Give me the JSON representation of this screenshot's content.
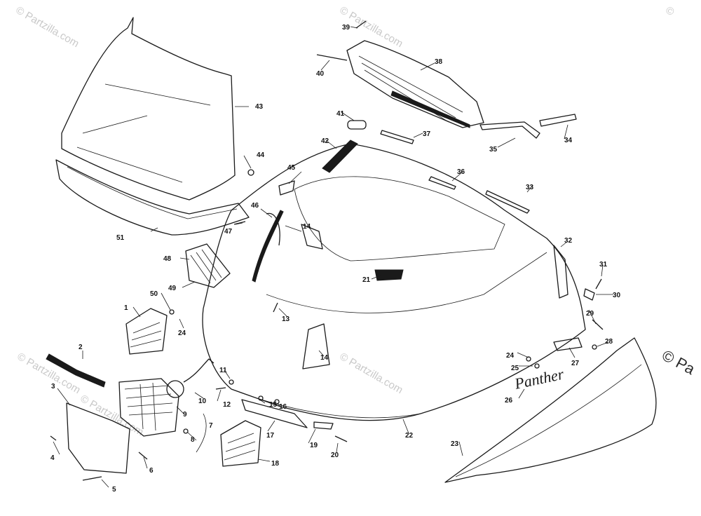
{
  "watermarks": [
    "© Partzilla.com",
    "© Partzilla.com",
    "© Partzilla.com",
    "© Partzilla.com",
    "© Partzilla.com",
    "©"
  ],
  "edge_watermark": "© Pa",
  "callouts": {
    "c1": "1",
    "c2": "2",
    "c3": "3",
    "c4": "4",
    "c5": "5",
    "c6": "6",
    "c7": "7",
    "c8": "8",
    "c9": "9",
    "c10": "10",
    "c11": "11",
    "c12": "12",
    "c13": "13",
    "c14a": "14",
    "c14b": "14",
    "c15": "15",
    "c16": "16",
    "c17": "17",
    "c18": "18",
    "c19": "19",
    "c20": "20",
    "c21": "21",
    "c22": "22",
    "c23": "23",
    "c24a": "24",
    "c24b": "24",
    "c25": "25",
    "c26": "26",
    "c27": "27",
    "c28": "28",
    "c29": "29",
    "c30": "30",
    "c31": "31",
    "c32": "32",
    "c33": "33",
    "c34": "34",
    "c35": "35",
    "c36": "36",
    "c37": "37",
    "c38": "38",
    "c39": "39",
    "c40": "40",
    "c41": "41",
    "c42": "42",
    "c43": "43",
    "c44": "44",
    "c45": "45",
    "c46": "46",
    "c47": "47",
    "c48": "48",
    "c49": "49",
    "c50": "50",
    "c51": "51"
  },
  "decal_text": "Panther"
}
